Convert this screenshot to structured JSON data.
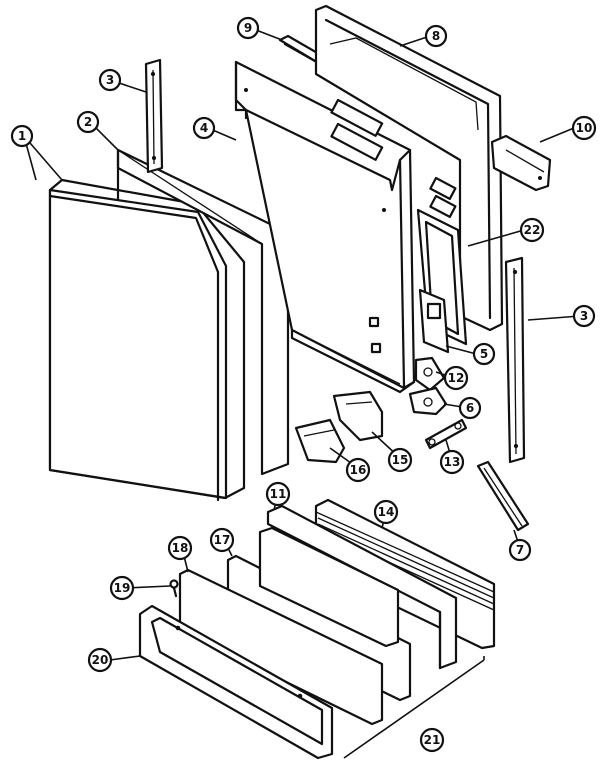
{
  "diagram": {
    "callouts": {
      "c1": "1",
      "c2": "2",
      "c3a": "3",
      "c3b": "3",
      "c4": "4",
      "c5": "5",
      "c6": "6",
      "c7": "7",
      "c8": "8",
      "c9": "9",
      "c10": "10",
      "c11": "11",
      "c12": "12",
      "c13": "13",
      "c14": "14",
      "c15": "15",
      "c16": "16",
      "c17": "17",
      "c18": "18",
      "c19": "19",
      "c20": "20",
      "c21": "21",
      "c22": "22"
    }
  }
}
